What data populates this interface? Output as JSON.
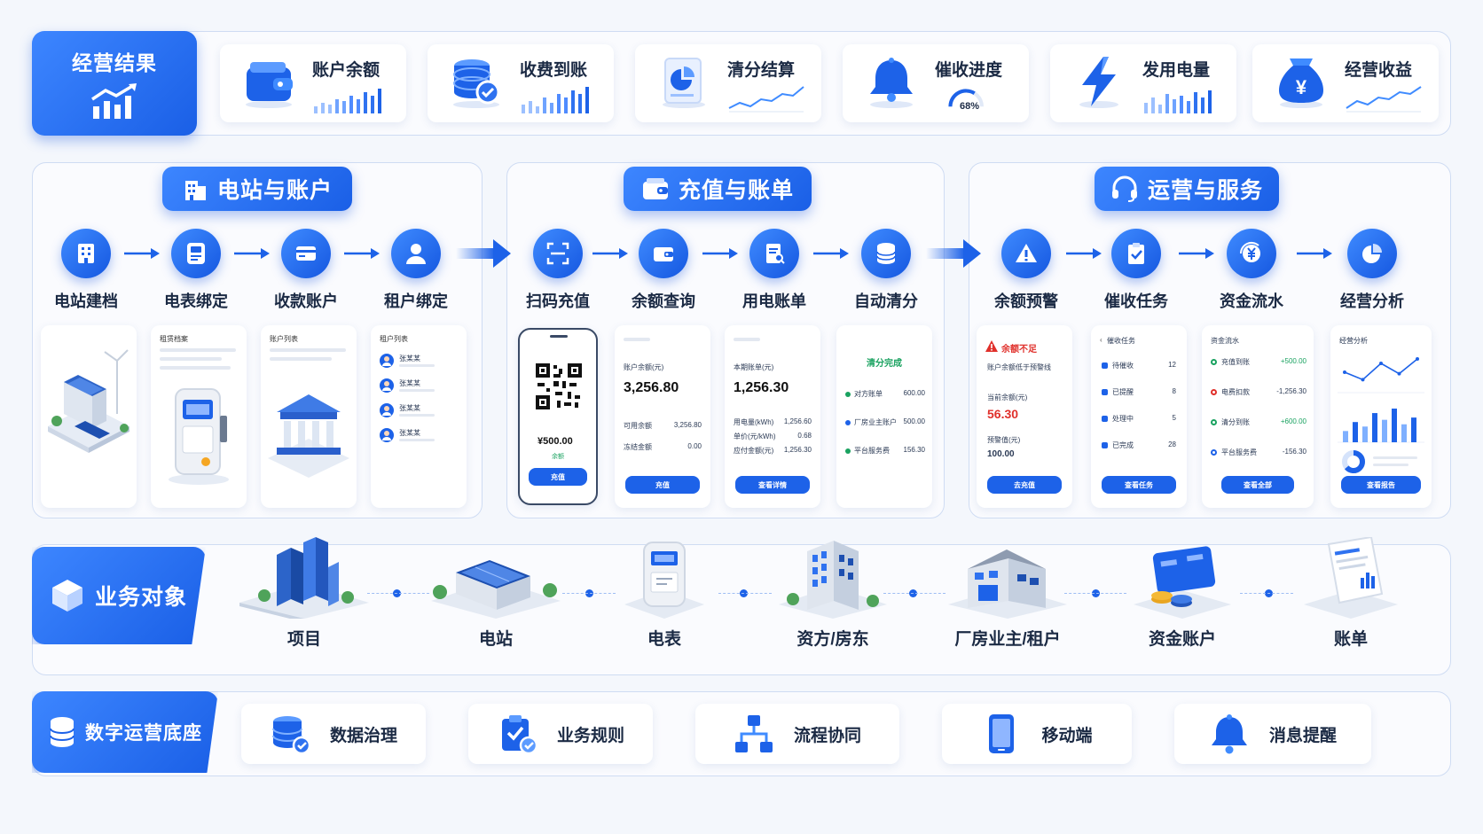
{
  "colors": {
    "primary": "#1d62e8",
    "primary_light": "#3f8bff",
    "text": "#1b2a44",
    "success": "#1aa260",
    "danger": "#e0302b",
    "background": "#f4f7fc"
  },
  "kpi": {
    "title": "经营结果",
    "icon": "chart-up-icon",
    "cards": [
      {
        "label": "账户余额",
        "icon": "wallet-icon",
        "spark": "bars"
      },
      {
        "label": "收费到账",
        "icon": "database-check-icon",
        "spark": "bars"
      },
      {
        "label": "清分结算",
        "icon": "pie-doc-icon",
        "spark": "line"
      },
      {
        "label": "催收进度",
        "icon": "bell-icon",
        "spark": "gauge",
        "progress_text": "68%",
        "progress": 0.68
      },
      {
        "label": "发用电量",
        "icon": "lightning-icon",
        "spark": "bars"
      },
      {
        "label": "经营收益",
        "icon": "money-bag-icon",
        "spark": "line",
        "symbol": "¥"
      }
    ]
  },
  "modules": [
    {
      "title": "电站与账户",
      "icon": "building-icon",
      "steps": [
        {
          "label": "电站建档",
          "icon": "building-icon"
        },
        {
          "label": "电表绑定",
          "icon": "meter-icon"
        },
        {
          "label": "收款账户",
          "icon": "card-icon"
        },
        {
          "label": "租户绑定",
          "icon": "user-icon"
        }
      ]
    },
    {
      "title": "充值与账单",
      "icon": "wallet-icon",
      "steps": [
        {
          "label": "扫码充值",
          "icon": "scan-icon"
        },
        {
          "label": "余额查询",
          "icon": "wallet-icon"
        },
        {
          "label": "用电账单",
          "icon": "bill-search-icon"
        },
        {
          "label": "自动清分",
          "icon": "database-icon"
        }
      ]
    },
    {
      "title": "运营与服务",
      "icon": "headset-icon",
      "steps": [
        {
          "label": "余额预警",
          "icon": "warning-icon"
        },
        {
          "label": "催收任务",
          "icon": "clipboard-check-icon"
        },
        {
          "label": "资金流水",
          "icon": "yuan-cycle-icon"
        },
        {
          "label": "经营分析",
          "icon": "pie-chart-icon"
        }
      ]
    }
  ],
  "mini": {
    "station_list_title": "租赁档案",
    "meter_list_title": "账户列表",
    "tenant_list_title": "租户列表",
    "tenants": [
      {
        "name": "张某某"
      },
      {
        "name": "张某某"
      },
      {
        "name": "张某某"
      },
      {
        "name": "张某某"
      }
    ],
    "scan": {
      "amount": "¥500.00",
      "sub": "余额",
      "button": "充值"
    },
    "balance": {
      "label": "账户余额(元)",
      "value": "3,256.80",
      "row1_label": "可用余额",
      "row1_value": "3,256.80",
      "row2_label": "冻结金额",
      "row2_value": "0.00",
      "button": "充值"
    },
    "bill": {
      "label": "本期账单(元)",
      "value": "1,256.30",
      "row1_label": "用电量(kWh)",
      "row1_value": "1,256.60",
      "row2_label": "单价(元/kWh)",
      "row2_value": "0.68",
      "row3_label": "应付金额(元)",
      "row3_value": "1,256.30",
      "button": "查看详情"
    },
    "clear": {
      "status": "清分完成",
      "rows": [
        {
          "label": "对方账单",
          "value": "600.00"
        },
        {
          "label": "厂房业主账户",
          "value": "500.00"
        },
        {
          "label": "平台服务费",
          "value": "156.30"
        }
      ]
    },
    "alert": {
      "title": "余额不足",
      "desc": "账户余额低于预警线",
      "current_label": "当前余额(元)",
      "current_value": "56.30",
      "threshold_label": "预警值(元)",
      "threshold_value": "100.00",
      "button": "去充值"
    },
    "tasks": {
      "title": "催收任务",
      "rows": [
        {
          "label": "待催收",
          "value": "12"
        },
        {
          "label": "已提醒",
          "value": "8"
        },
        {
          "label": "处理中",
          "value": "5"
        },
        {
          "label": "已完成",
          "value": "28"
        }
      ],
      "button": "查看任务"
    },
    "flow": {
      "title": "资金流水",
      "rows": [
        {
          "label": "充值到账",
          "value": "+500.00"
        },
        {
          "label": "电费扣款",
          "value": "-1,256.30"
        },
        {
          "label": "清分到账",
          "value": "+600.00"
        },
        {
          "label": "平台服务费",
          "value": "-156.30"
        }
      ],
      "button": "查看全部"
    },
    "analysis": {
      "title": "经营分析",
      "button": "查看报告",
      "line": [
        30,
        20,
        42,
        28,
        48
      ],
      "bars": [
        10,
        18,
        14,
        26,
        20,
        30,
        16,
        22
      ]
    }
  },
  "objects": {
    "title": "业务对象",
    "icon": "cube-icon",
    "items": [
      {
        "label": "项目",
        "icon": "city-icon"
      },
      {
        "label": "电站",
        "icon": "solar-station-icon"
      },
      {
        "label": "电表",
        "icon": "electric-meter-icon"
      },
      {
        "label": "资方/房东",
        "icon": "office-building-icon"
      },
      {
        "label": "厂房业主/租户",
        "icon": "factory-icon"
      },
      {
        "label": "资金账户",
        "icon": "bank-card-icon"
      },
      {
        "label": "账单",
        "icon": "bill-doc-icon"
      }
    ]
  },
  "foundation": {
    "title": "数字运营底座",
    "icon": "database-icon",
    "items": [
      {
        "label": "数据治理",
        "icon": "database-check-icon"
      },
      {
        "label": "业务规则",
        "icon": "clipboard-check-icon"
      },
      {
        "label": "流程协同",
        "icon": "org-chart-icon"
      },
      {
        "label": "移动端",
        "icon": "mobile-icon"
      },
      {
        "label": "消息提醒",
        "icon": "bell-icon"
      }
    ]
  }
}
